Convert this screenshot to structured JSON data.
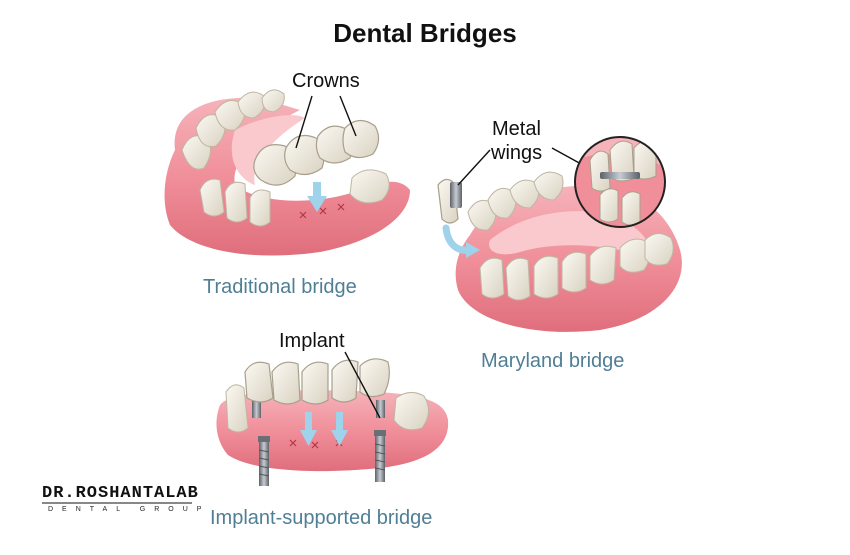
{
  "title": "Dental Bridges",
  "callouts": {
    "crowns": "Crowns",
    "metal_wings_line1": "Metal",
    "metal_wings_line2": "wings",
    "implant": "Implant"
  },
  "captions": {
    "traditional": "Traditional bridge",
    "maryland": "Maryland bridge",
    "implant_supported": "Implant-supported bridge"
  },
  "logo": {
    "name": "DR.ROSHANTALAB",
    "tagline": "DENTAL GROUP"
  },
  "colors": {
    "gum": "#f08f9a",
    "gum_dark": "#e06e7c",
    "gum_light": "#f8c4c8",
    "tooth": "#f4f0e6",
    "tooth_shade": "#d9d2c1",
    "arrow": "#9fd3ec",
    "caption": "#4f7f95",
    "metal": "#8a8f96"
  }
}
